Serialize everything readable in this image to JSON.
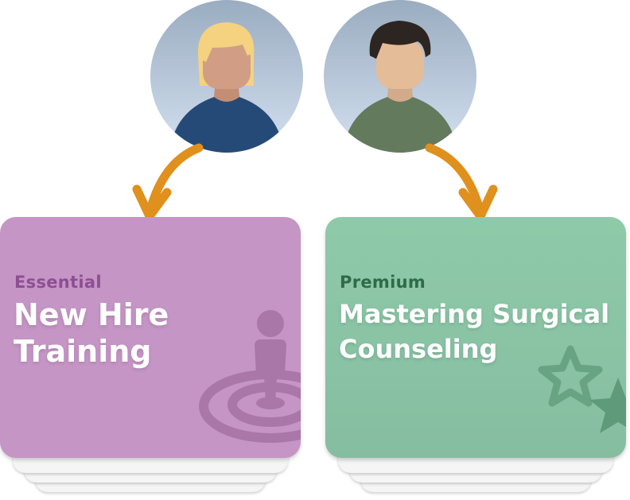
{
  "people": [
    {
      "icon": "woman-avatar-icon",
      "hair_color": "#f4d27f",
      "shirt_color": "#264a77"
    },
    {
      "icon": "man-avatar-icon",
      "hair_color": "#2d2521",
      "shirt_color": "#647a5c"
    }
  ],
  "arrow_color": "#e0901c",
  "courses": [
    {
      "tier": "Essential",
      "title": "New Hire Training",
      "icon": "target-person-icon",
      "color": "#c595c5"
    },
    {
      "tier": "Premium",
      "title": "Mastering Surgical Counseling",
      "icon": "stars-icon",
      "color": "#8ecaa9"
    }
  ]
}
